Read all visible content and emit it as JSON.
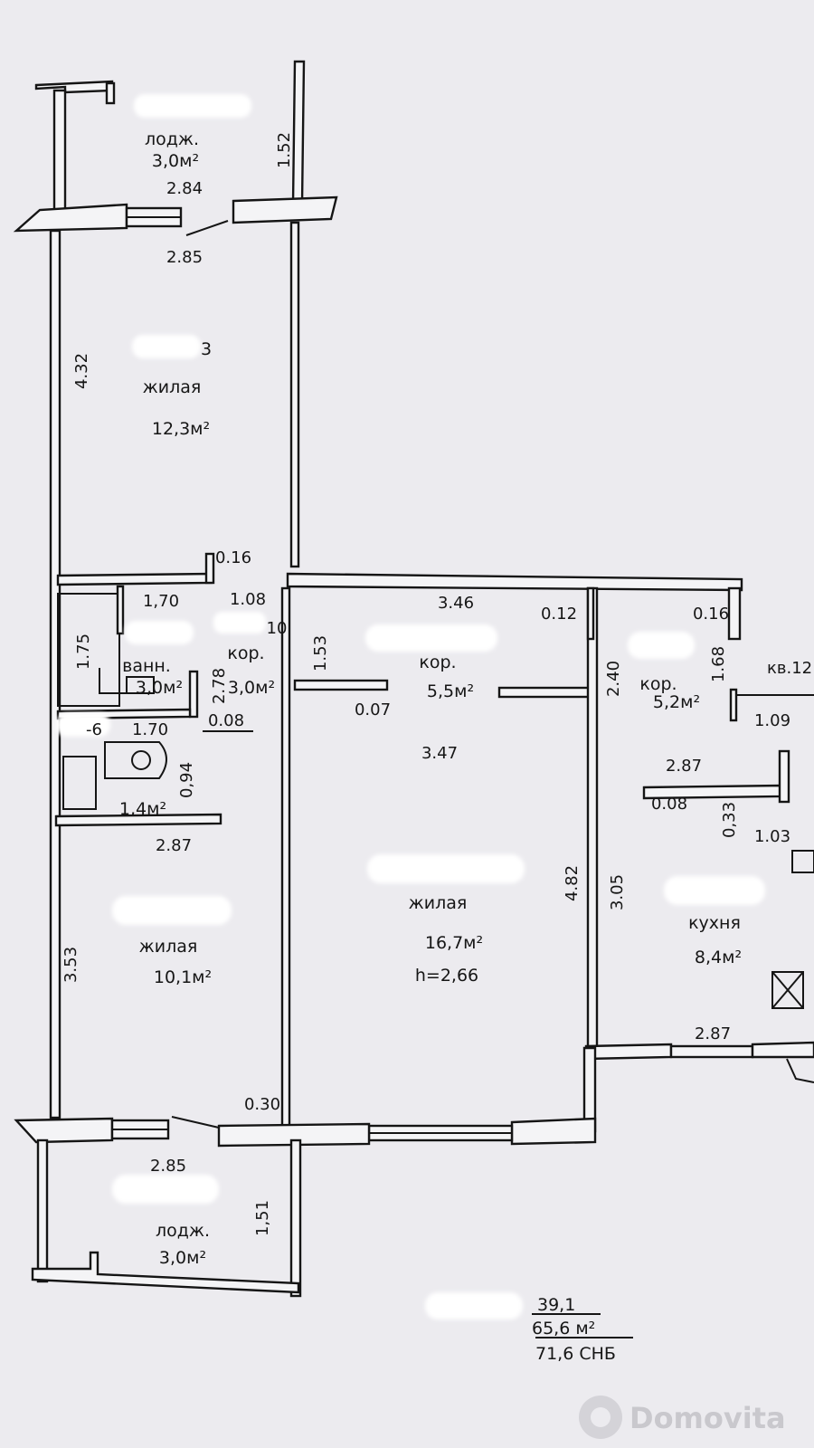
{
  "rooms": {
    "loggia_top": {
      "name": "лодж.",
      "area": "3,0м²"
    },
    "room_top": {
      "suffix": "3",
      "name": "жилая",
      "area": "12,3м²"
    },
    "bath": {
      "name": "ванн.",
      "area": "3,0м²"
    },
    "wc": {
      "area": "1,4м²"
    },
    "corr_left": {
      "name": "кор.",
      "area": "3,0м²"
    },
    "corr_mid": {
      "name": "кор.",
      "area": "5,5м²"
    },
    "corr_right": {
      "name": "кор.",
      "area": "5,2м²"
    },
    "room_main": {
      "name": "жилая",
      "area": "16,7м²",
      "height": "h=2,66"
    },
    "room_bottom": {
      "name": "жилая",
      "area": "10,1м²"
    },
    "kitchen": {
      "name": "кухня",
      "area": "8,4м²"
    },
    "loggia_bottom": {
      "name": "лодж.",
      "area": "3,0м²"
    }
  },
  "dims": {
    "d152": "1.52",
    "d284": "2.84",
    "d285a": "2.85",
    "d432": "4.32",
    "d016a": "0.16",
    "d170a": "1,70",
    "d108": "1.08",
    "d175": "1.75",
    "d10": "10",
    "d278": "2.78",
    "d153": "1.53",
    "d346": "3.46",
    "d012": "0.12",
    "d016b": "0.16",
    "d240": "2.40",
    "d168": "1.68",
    "d61": "-6",
    "d170b": "1.70",
    "d008a": "0.08",
    "d094": "0,94",
    "d007": "0.07",
    "d347": "3.47",
    "d109": "1.09",
    "d287a": "2.87",
    "d008b": "0.08",
    "d033": "0,33",
    "d103": "1.03",
    "d287b": "2.87",
    "d353": "3.53",
    "d482": "4.82",
    "d305": "3.05",
    "d287c": "2.87",
    "d030": "0.30",
    "d285b": "2.85",
    "d151": "1,51"
  },
  "flat_label": "кв.12",
  "totals": {
    "living": "39,1",
    "total": "65,6 м²",
    "snb": "71,6 СНБ"
  },
  "watermark": "Domovita"
}
